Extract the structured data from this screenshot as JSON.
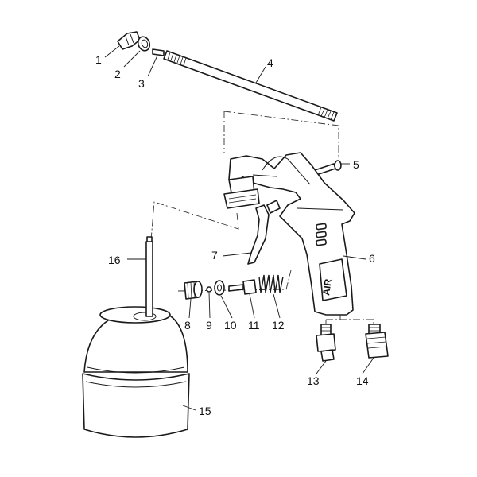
{
  "diagram": {
    "labels": [
      {
        "id": "1",
        "text": "1"
      },
      {
        "id": "2",
        "text": "2"
      },
      {
        "id": "3",
        "text": "3"
      },
      {
        "id": "4",
        "text": "4"
      },
      {
        "id": "5",
        "text": "5"
      },
      {
        "id": "6",
        "text": "6"
      },
      {
        "id": "7",
        "text": "7"
      },
      {
        "id": "8",
        "text": "8"
      },
      {
        "id": "9",
        "text": "9"
      },
      {
        "id": "10",
        "text": "10"
      },
      {
        "id": "11",
        "text": "11"
      },
      {
        "id": "12",
        "text": "12"
      },
      {
        "id": "13",
        "text": "13"
      },
      {
        "id": "14",
        "text": "14"
      },
      {
        "id": "15",
        "text": "15"
      },
      {
        "id": "16",
        "text": "16"
      }
    ],
    "logo_text": "AIR"
  }
}
